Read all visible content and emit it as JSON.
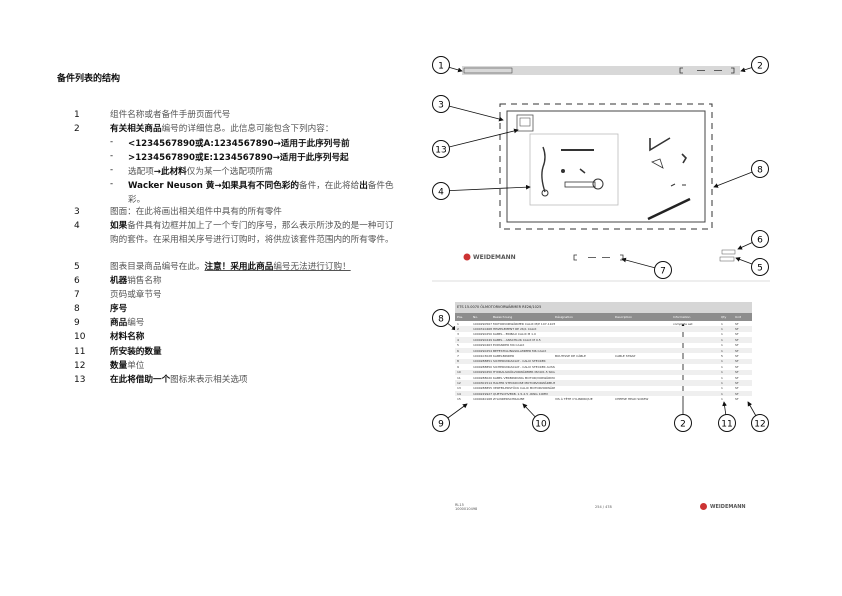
{
  "title": "备件列表的结构",
  "items": [
    {
      "n": "1",
      "html": "组件名称或者备件手册页面代号"
    },
    {
      "n": "2",
      "html": "<b>有关相关商品</b>编号的详细信息。此信息可能包含下列内容："
    },
    {
      "n": "3",
      "html": "图面：在此将画出相关组件中具有的所有零件"
    },
    {
      "n": "4",
      "html": "<b>如果</b>备件具有边框并加上了一个专门的序号，那么表示所涉及的是一种可订购的套件。在采用相关序号进行订购时，将供应该套件范围内的所有零件。"
    },
    {
      "n": "5",
      "html": "图表目录商品编号在此。<span class=\"u\"><b>注意！采用此商品</b>编号无法进行订购！</span>"
    },
    {
      "n": "6",
      "html": "<b>机器</b>销售名称"
    },
    {
      "n": "7",
      "html": "页码或章节号"
    },
    {
      "n": "8",
      "html": "<b>序号</b>"
    },
    {
      "n": "9",
      "html": "<b>商品</b>编号"
    },
    {
      "n": "10",
      "html": "<b>材料名称</b>"
    },
    {
      "n": "11",
      "html": "<b>所安装的数量</b>"
    },
    {
      "n": "12",
      "html": "<b>数量</b>单位"
    },
    {
      "n": "13",
      "html": "<b>在此将借助一个</b>图标来表示相关选项"
    }
  ],
  "subitems": [
    "<b>&lt;1234567890或A:1234567890→适用于此序列号前</b>",
    "<b>&gt;1234567890或E:1234567890→适用于此序列号起</b>",
    "选配项<b>→此材料</b>仅为某一个选配项所需",
    "<b>Wacker Neuson 黄→如果具有不同色彩的</b>备件，在此将给<b>出</b>备件色彩。"
  ],
  "figure": {
    "brand": "WEIDEMANN",
    "callouts_top": [
      "1",
      "2",
      "3",
      "13",
      "4",
      "8",
      "6",
      "5",
      "7"
    ],
    "callouts_bottom": [
      "8",
      "9",
      "10",
      "2",
      "11",
      "12"
    ]
  },
  "table": {
    "title": "ETS 15.0070 ÖLMOTORVORWÄRMER RE26/1025",
    "headers": [
      "Pos.",
      "No.",
      "Bezeichnung",
      "Désignation",
      "Description",
      "Information",
      "Qty",
      "Unit"
    ],
    "rows": [
      [
        "1",
        "1000290567",
        "MOTORVORWÄRMER CALIX M/P 107-1105",
        "",
        "",
        "complete set",
        "1",
        "ST"
      ],
      [
        "2",
        "1000310468",
        "HEIZELEMENT RE 26/1 CALIX",
        "",
        "",
        "",
        "1",
        "ST"
      ],
      [
        "3",
        "1000290250",
        "KABEL - EINBAU CALIX M 1.0",
        "",
        "",
        "",
        "1",
        "ST"
      ],
      [
        "4",
        "1000290249",
        "KABEL - ANSCHLUß CALIX M 0.5",
        "",
        "",
        "",
        "1",
        "ST"
      ],
      [
        "5",
        "1000290463",
        "EXPANDER M4 CALIX",
        "",
        "",
        "",
        "1",
        "ST"
      ],
      [
        "6",
        "1000290254",
        "BEFESTIGUNGSKLAMMER M6 CALIX",
        "",
        "",
        "",
        "1",
        "ST"
      ],
      [
        "7",
        "1000103028",
        "KABELBINDER",
        "BOUTISSE DE CÂBLE",
        "CABLE STRAP",
        "",
        "5",
        "ST"
      ],
      [
        "8",
        "1000288851",
        "SICHERUNGSCLIP - CALIX STECKER",
        "",
        "",
        "",
        "1",
        "ST"
      ],
      [
        "9",
        "1000288850",
        "SICHERUNGSCLIP - CALIX STECKER AUSSEN",
        "",
        "",
        "",
        "1",
        "ST"
      ],
      [
        "10",
        "1000290450",
        "HYDRAULIKÖLVORWÄRMER M24X1.5 SKG3",
        "",
        "",
        "",
        "1",
        "ST"
      ],
      [
        "11",
        "1000288020",
        "KABEL VERBINDUNG MOTOR/VORWÄRMUNG",
        "",
        "",
        "",
        "1",
        "ST"
      ],
      [
        "12",
        "1000301514",
        "HALTER STECKDOSE MOTORVORWÄRMUNG",
        "",
        "",
        "",
        "1",
        "ST"
      ],
      [
        "13",
        "1000288855",
        "VERTEILERSTÜCK CALIX MOTORVORWÄRMUNG",
        "",
        "",
        "",
        "1",
        "ST"
      ],
      [
        "14",
        "1000229927",
        "QUETSCHVERB. 1.5-2.5 -RING 10MM",
        "",
        "",
        "",
        "1",
        "ST"
      ],
      [
        "15",
        "1000040168",
        "ZYLINDERSCHRAUBE",
        "VIS À TÊTE CYLINDRIQUE",
        "CHEESE HEAD SCREW",
        "",
        "1",
        "ST"
      ]
    ]
  },
  "footer": {
    "left_line1": "RL15",
    "left_line2": "1000010498",
    "page": "254 / 478",
    "brand": "WEIDEMANN"
  }
}
